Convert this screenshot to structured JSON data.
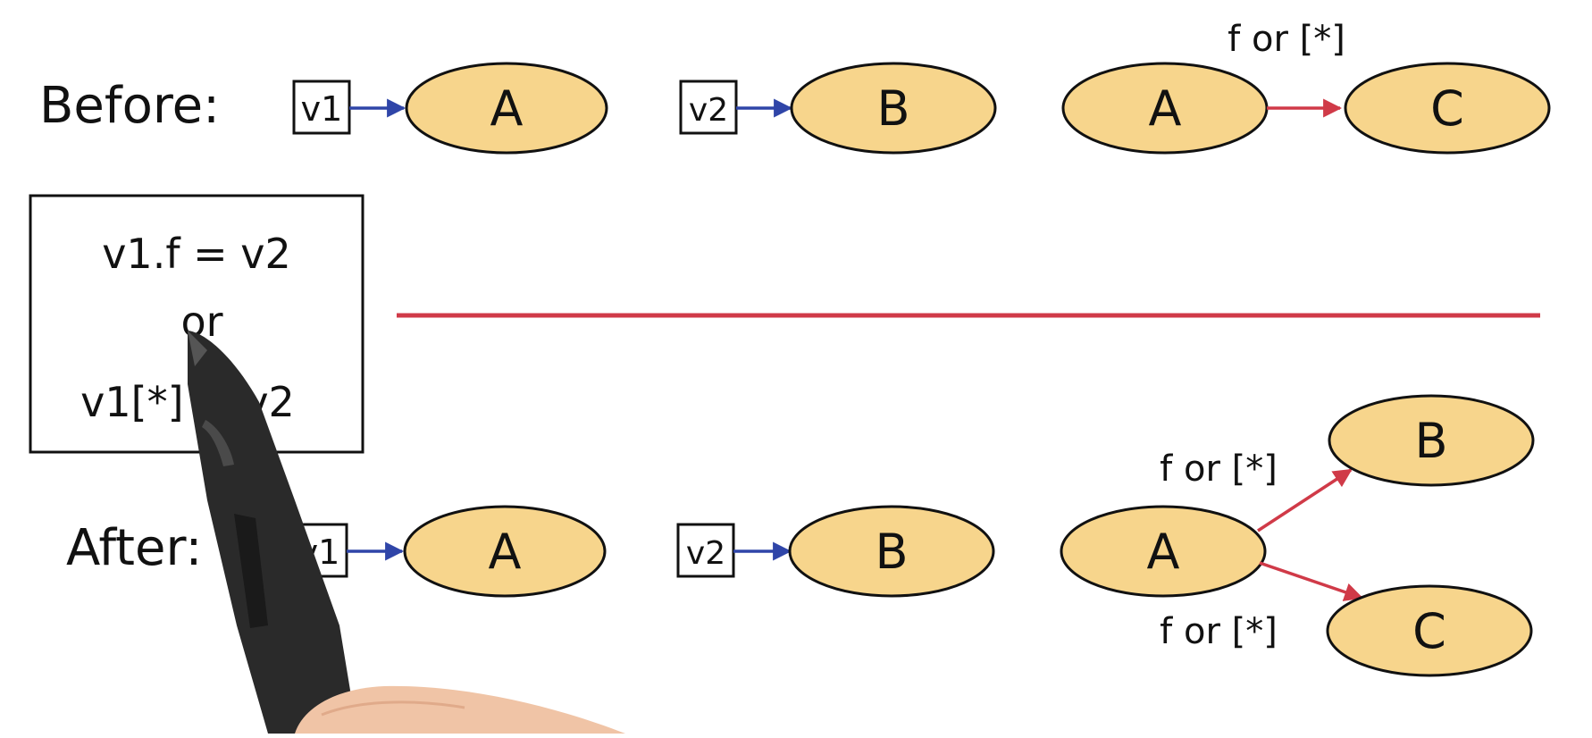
{
  "before": {
    "label": "Before:",
    "v1": "v1",
    "v2": "v2",
    "node_a1": "A",
    "node_b1": "B",
    "node_a2": "A",
    "node_c": "C",
    "edge_label": "f or [*]"
  },
  "statement": {
    "line1": "v1.f  =  v2",
    "line2": "or",
    "line3": "v1[*]  =  v2"
  },
  "after": {
    "label": "After:",
    "v1": "v1",
    "v2": "v2",
    "node_a1": "A",
    "node_b1": "B",
    "node_a2": "A",
    "node_b2": "B",
    "node_c": "C",
    "edge_label_top": "f or [*]",
    "edge_label_bottom": "f or [*]"
  },
  "colors": {
    "node_fill": "#f7d58c",
    "blue_edge": "#2f45a8",
    "red_edge": "#d03a48"
  }
}
